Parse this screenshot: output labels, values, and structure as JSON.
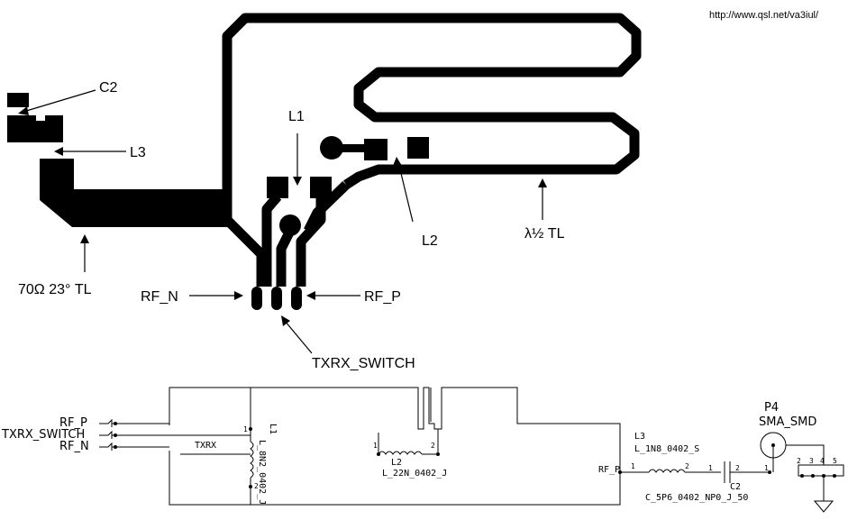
{
  "source_url": "http://www.qsl.net/va3iul/",
  "pcb": {
    "label_c2": "C2",
    "label_l3": "L3",
    "label_l1": "L1",
    "label_l2": "L2",
    "label_tl_half": "λ½ TL",
    "label_tl70": "70Ω 23° TL",
    "label_rf_n": "RF_N",
    "label_rf_p": "RF_P",
    "label_txrx": "TXRX_SWITCH"
  },
  "schematic": {
    "port_rf_p": "RF_P",
    "port_txrx": "TXRX_SWITCH",
    "port_rf_n": "RF_N",
    "net_txrx": "TXRX",
    "l1_ref": "L1",
    "l1_value": "L_8N2_0402_J",
    "l2_ref": "L2",
    "l2_value": "L_22N_0402_J",
    "l3_ref": "L3",
    "l3_value": "L_1N8_0402_S",
    "c2_ref": "C2",
    "c2_value": "C_5P6_0402_NP0_J_50",
    "rf_label": "RF_P",
    "p4_ref": "P4",
    "p4_value": "SMA_SMD",
    "pin_1": "1",
    "pin_2": "2",
    "pin_3": "3",
    "pin_4": "4",
    "pin_5": "5"
  }
}
